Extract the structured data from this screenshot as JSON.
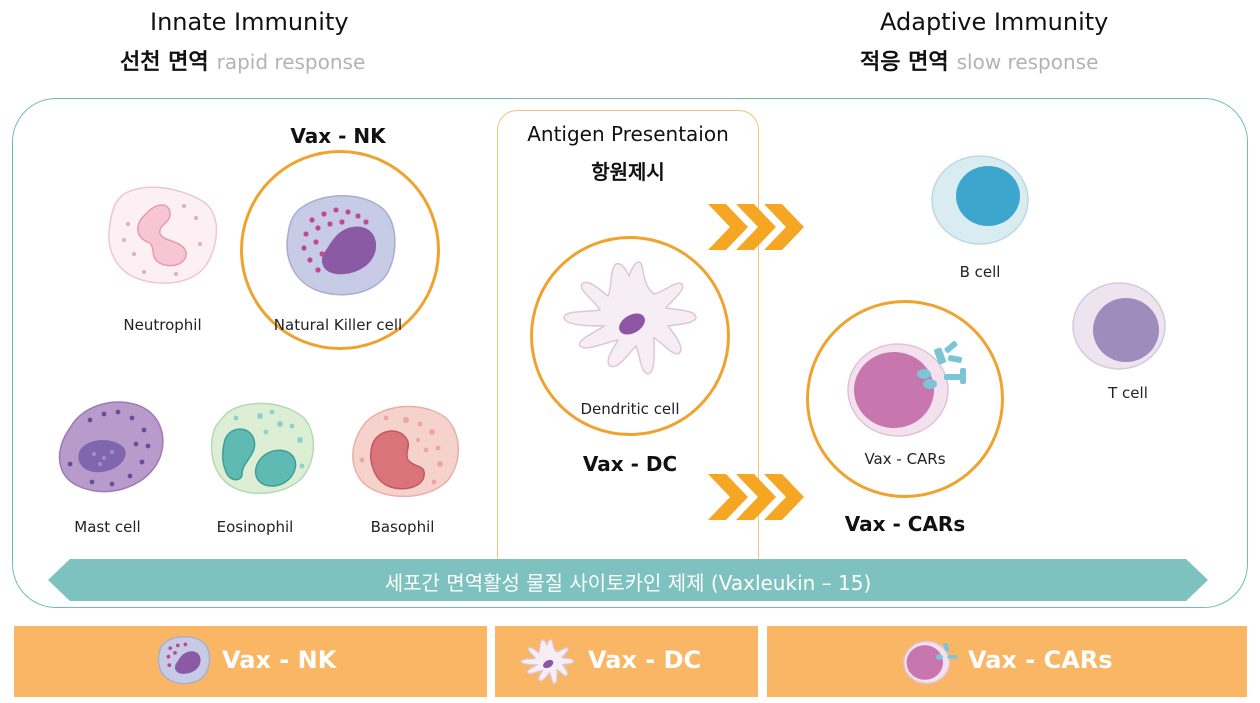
{
  "innate": {
    "title": "Innate Immunity",
    "korean": "선천 면역",
    "response": "rapid response"
  },
  "adaptive": {
    "title": "Adaptive Immunity",
    "korean": "적응 면역",
    "response": "slow response"
  },
  "vax_nk_title": "Vax - NK",
  "vax_dc_title": "Vax - DC",
  "vax_cars_title": "Vax - CARs",
  "antigen": {
    "title_en": "Antigen Presentaion",
    "title_ko": "항원제시"
  },
  "cells": {
    "neutrophil": "Neutrophil",
    "nk": "Natural Killer cell",
    "mast": "Mast cell",
    "eosinophil": "Eosinophil",
    "basophil": "Basophil",
    "dendritic": "Dendritic cell",
    "b_cell": "B cell",
    "t_cell": "T cell",
    "cars": "Vax - CARs"
  },
  "banner": "세포간 면역활성 물질 사이토카인 제제 (Vaxleukin – 15)",
  "footer": {
    "nk": "Vax - NK",
    "dc": "Vax - DC",
    "cars": "Vax - CARs"
  },
  "colors": {
    "teal": "#7dc2bf",
    "orange_ring": "#f0a22e",
    "arrow": "#f5a623",
    "footer_bg": "#f9b766"
  }
}
